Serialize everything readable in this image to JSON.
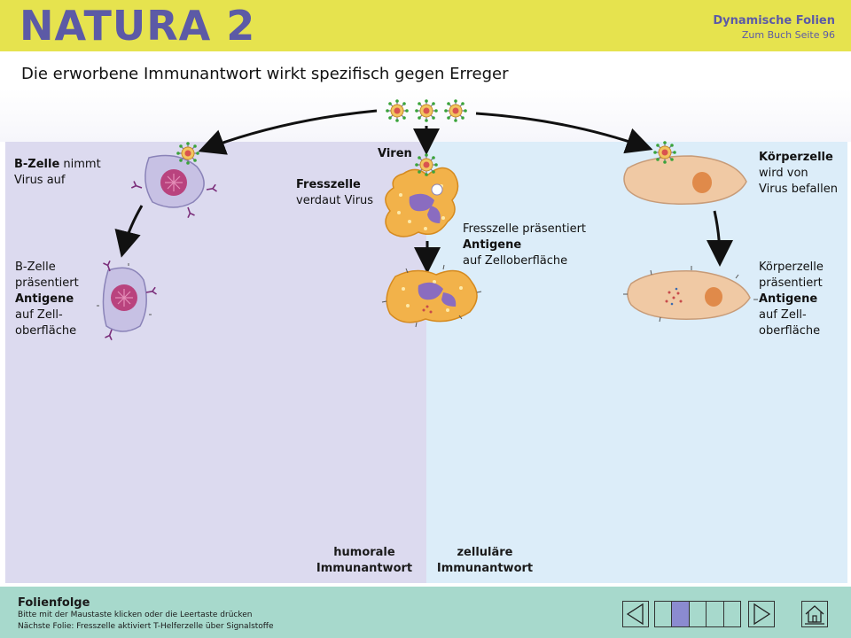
{
  "header": {
    "brand": "NATURA 2",
    "dyn_title": "Dynamische Folien",
    "dyn_sub": "Zum Buch Seite  96"
  },
  "title": "Die erworbene Immunantwort wirkt spezifisch gegen Erreger",
  "labels": {
    "viren": "Viren",
    "bzelle_1a": "B-Zelle",
    "bzelle_1b": " nimmt",
    "bzelle_1c": "Virus auf",
    "fress_1a": "Fresszelle",
    "fress_1b": "verdaut Virus",
    "fress_2a": "Fresszelle präsentiert",
    "fress_2b": "Antigene",
    "fress_2c": "auf Zelloberfläche",
    "koerper_1a": "Körperzelle",
    "koerper_1b": "wird von",
    "koerper_1c": "Virus befallen",
    "bzelle_2a": "B-Zelle",
    "bzelle_2b": "präsentiert",
    "bzelle_2c": "Antigene",
    "bzelle_2d": "auf Zell-",
    "bzelle_2e": "oberfläche",
    "koerper_2a": "Körperzelle",
    "koerper_2b": "präsentiert",
    "koerper_2c": "Antigene",
    "koerper_2d": "auf Zell-",
    "koerper_2e": "oberfläche"
  },
  "bottom": {
    "humoral_1": "humorale",
    "humoral_2": "Immunantwort",
    "cell_1": "zelluläre",
    "cell_2": "Immunantwort"
  },
  "footer": {
    "title": "Folienfolge",
    "line1": "Bitte mit der Maustaste klicken oder die Leertaste drücken",
    "line2": "Nächste Folie: Fresszelle aktiviert T-Helferzelle über Signalstoffe"
  },
  "colors": {
    "header_bg": "#e6e34e",
    "brand": "#5c5aa6",
    "left_panel": "#dcdaef",
    "right_panel": "#dcedf9",
    "footer_bg": "#a7d9cc",
    "active_page": "#8b8bd0"
  },
  "icons": {
    "prev": "triangle-left-icon",
    "next": "triangle-right-icon",
    "home": "home-icon"
  }
}
